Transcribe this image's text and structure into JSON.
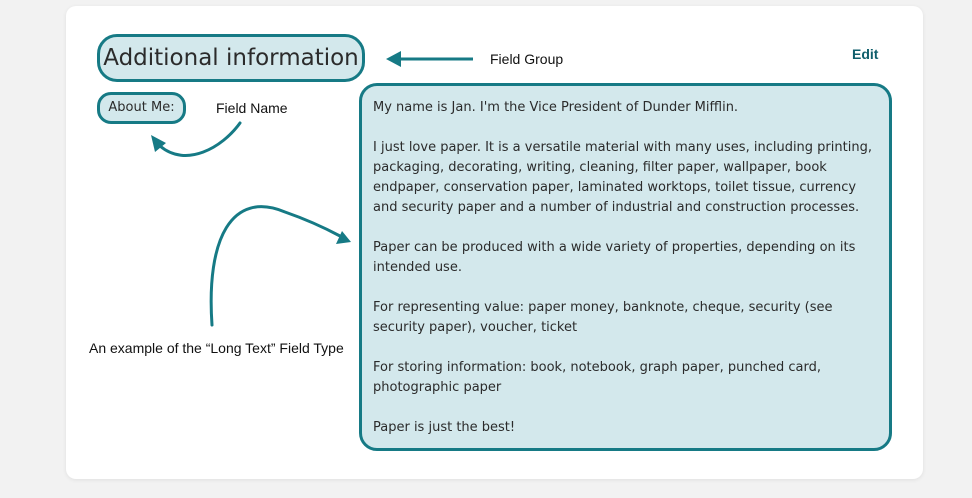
{
  "section": {
    "title": "Additional information",
    "edit_label": "Edit"
  },
  "field": {
    "name": "About Me:",
    "paragraphs": [
      "My name is Jan. I'm the Vice President of Dunder Mifflin.",
      "I just love paper. It is a versatile material with many uses, including printing, packaging, decorating, writing, cleaning, filter paper, wallpaper, book endpaper, conservation paper, laminated worktops, toilet tissue, currency and security paper and a number of industrial and construction processes.",
      "Paper can be produced with a wide variety of properties, depending on its intended use.",
      "For representing value: paper money, banknote, cheque, security (see security paper), voucher, ticket",
      "For storing information: book, notebook, graph paper, punched card, photographic paper",
      "Paper is just the best!"
    ]
  },
  "annotations": {
    "field_group": "Field Group",
    "field_name": "Field Name",
    "long_text": "An example of the “Long Text” Field Type"
  },
  "colors": {
    "accent": "#167a85",
    "highlight_bg": "#d3e8ec",
    "edit_text": "#0f5e6b"
  }
}
